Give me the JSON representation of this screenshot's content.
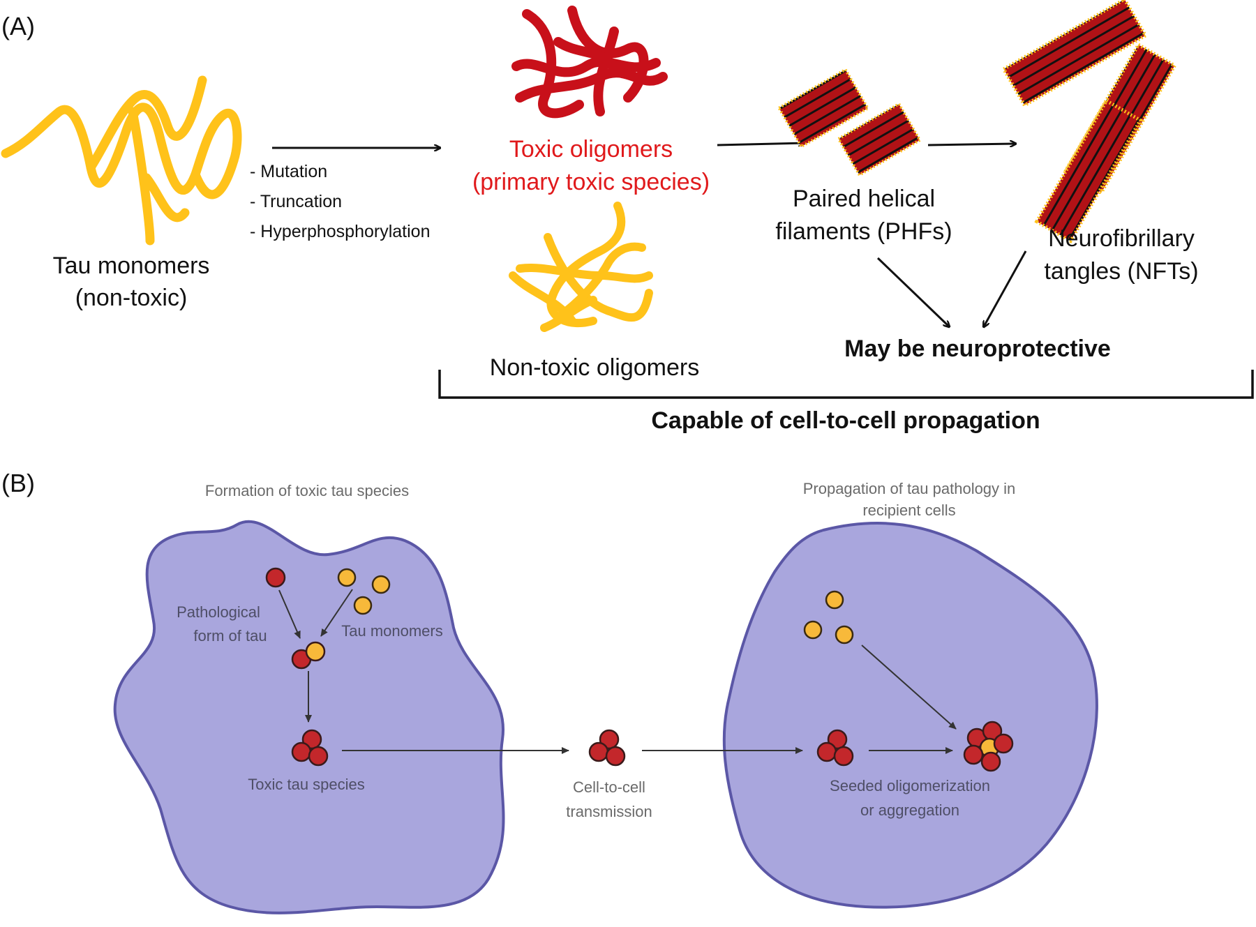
{
  "panel_a": {
    "label": "(A)",
    "tau_monomers": [
      "Tau monomers",
      "(non-toxic)"
    ],
    "modifications": [
      "-  Mutation",
      "-  Truncation",
      "-  Hyperphosphorylation"
    ],
    "toxic_oligomers": [
      "Toxic oligomers",
      "(primary toxic species)"
    ],
    "non_toxic_oligomers": "Non-toxic oligomers",
    "phfs": [
      "Paired helical",
      "filaments (PHFs)"
    ],
    "nfts": [
      "Neurofibrillary",
      "tangles (NFTs)"
    ],
    "neuroprotective": "May be neuroprotective",
    "propagation": "Capable of cell-to-cell propagation"
  },
  "panel_b": {
    "label": "(B)",
    "left_title": "Formation of toxic tau species",
    "right_title": [
      "Propagation of tau pathology in",
      "recipient cells"
    ],
    "pathological_form": [
      "Pathological",
      "form of tau"
    ],
    "tau_monomers": "Tau monomers",
    "toxic_species": "Toxic tau species",
    "transmission": [
      "Cell-to-cell",
      "transmission"
    ],
    "seeded": [
      "Seeded oligomerization",
      "or aggregation"
    ]
  },
  "colors": {
    "monomer_yellow": "#ffc21a",
    "toxic_red": "#c8101a",
    "label_red": "#e0191b",
    "cell_fill": "#a9a6dd",
    "cell_stroke": "#5b57a6",
    "particle_red": "#c3272b",
    "particle_yellow": "#f7b93a"
  }
}
